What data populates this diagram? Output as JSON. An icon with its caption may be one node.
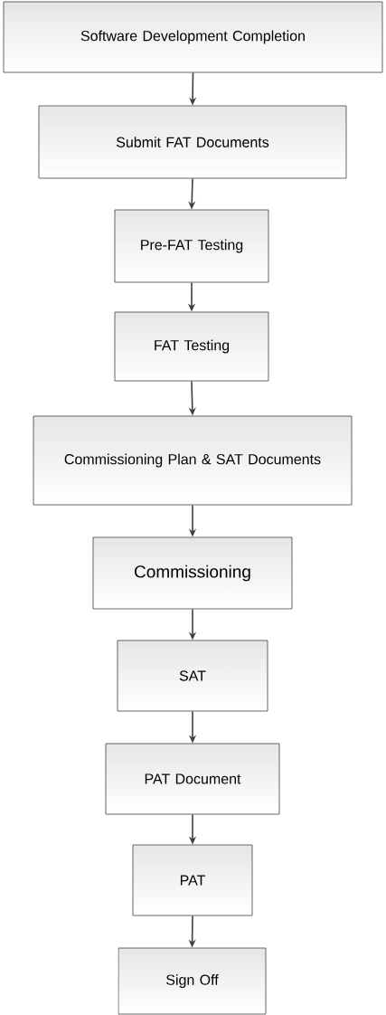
{
  "diagram": {
    "nodes": [
      {
        "text": [
          "Software Development Completion"
        ]
      },
      {
        "text": [
          "Submit FAT Documents"
        ]
      },
      {
        "text": [
          "Pre-FAT Testing"
        ]
      },
      {
        "text": [
          "FAT Testing"
        ]
      },
      {
        "text": [
          "Commissioning Plan & SAT Documents"
        ]
      },
      {
        "text": [
          "Commissioning"
        ]
      },
      {
        "text": [
          "SAT"
        ]
      },
      {
        "text": [
          "PAT Document"
        ]
      },
      {
        "text": [
          "PAT"
        ]
      },
      {
        "text": [
          "Sign Off"
        ]
      }
    ],
    "edges": [
      {
        "from": 0,
        "to": 1,
        "arrow": "to"
      },
      {
        "from": 1,
        "to": 2,
        "arrow": "to"
      },
      {
        "from": 2,
        "to": 3,
        "arrow": "to"
      },
      {
        "from": 3,
        "to": 4,
        "arrow": "to"
      },
      {
        "from": 4,
        "to": 5,
        "arrow": "to"
      },
      {
        "from": 5,
        "to": 6,
        "arrow": "to"
      },
      {
        "from": 6,
        "to": 7,
        "arrow": "to"
      },
      {
        "from": 7,
        "to": 8,
        "arrow": "to"
      },
      {
        "from": 8,
        "to": 9,
        "arrow": "to"
      }
    ]
  }
}
